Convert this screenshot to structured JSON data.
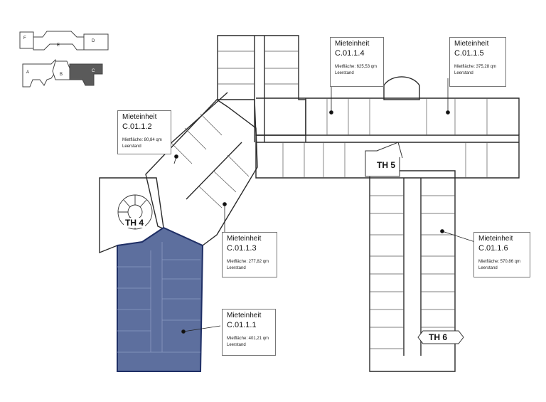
{
  "legend_parts": [
    "F",
    "E",
    "D",
    "A",
    "B",
    "C"
  ],
  "units": [
    {
      "id": "c0111",
      "title": "Mieteinheit",
      "code": "C.01.1.1",
      "area": "Mietfläche: 401,21 qm",
      "status": "Leerstand",
      "highlighted": true
    },
    {
      "id": "c0112",
      "title": "Mieteinheit",
      "code": "C.01.1.2",
      "area": "Mietfläche: 80,84 qm",
      "status": "Leerstand",
      "highlighted": false
    },
    {
      "id": "c0113",
      "title": "Mieteinheit",
      "code": "C.01.1.3",
      "area": "Mietfläche: 277,82 qm",
      "status": "Leerstand",
      "highlighted": false
    },
    {
      "id": "c0114",
      "title": "Mieteinheit",
      "code": "C.01.1.4",
      "area": "Mietfläche: 625,53 qm",
      "status": "Leerstand",
      "highlighted": false
    },
    {
      "id": "c0115",
      "title": "Mieteinheit",
      "code": "C.01.1.5",
      "area": "Mietfläche: 375,28 qm",
      "status": "Leerstand",
      "highlighted": false
    },
    {
      "id": "c0116",
      "title": "Mieteinheit",
      "code": "C.01.1.6",
      "area": "Mietfläche: 570,86 qm",
      "status": "Leerstand",
      "highlighted": false
    }
  ],
  "stairwells": [
    "TH 4",
    "TH 5",
    "TH 6"
  ],
  "colors": {
    "highlight_fill": "#5d6f9e",
    "highlight_stroke": "#1f2f66",
    "wall": "#2a2a2a",
    "key_dark": "#5a5a5a"
  }
}
